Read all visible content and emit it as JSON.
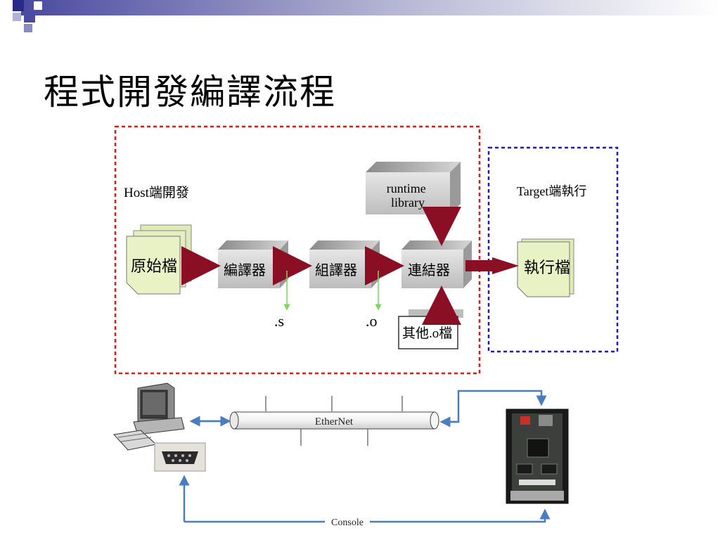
{
  "slide": {
    "title": "程式開發編譯流程"
  },
  "host": {
    "label": "Host端開發",
    "source": "原始檔",
    "compiler": "編譯器",
    "assembler": "組譯器",
    "linker": "連結器",
    "runtime": "runtime\nlibrary",
    "other_obj": "其他.o檔",
    "s_file": ".s",
    "o_file": ".o"
  },
  "target": {
    "label": "Target端執行",
    "executable": "執行檔"
  },
  "network": {
    "ethernet": "EtherNet",
    "console": "Console"
  },
  "colors": {
    "host_border": "#d71a1a",
    "target_border": "#1a1ac8",
    "arrow_dark": "#8b0f24",
    "link_blue": "#4a7cc0",
    "doc_fill": "#e8f2c4",
    "box_fill": "#cfcfcf",
    "green_line": "#7ad65a"
  }
}
